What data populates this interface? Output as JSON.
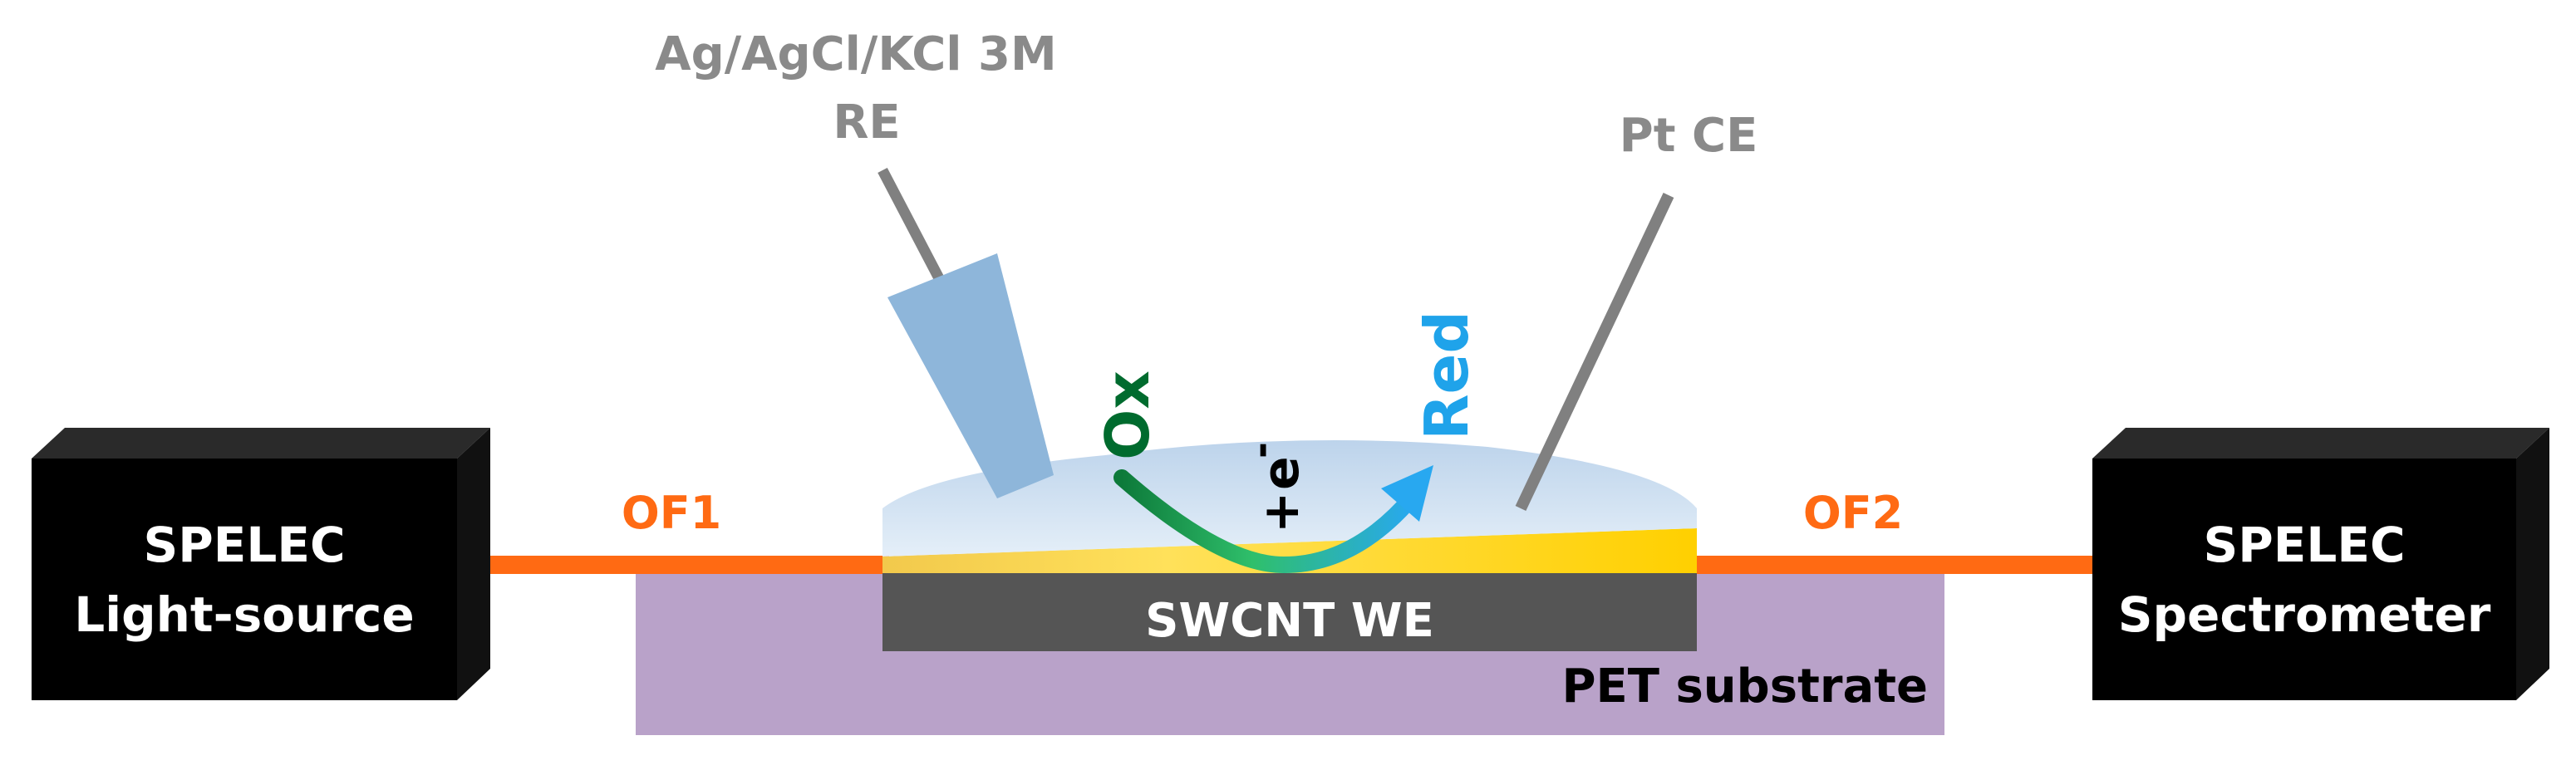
{
  "light_source": {
    "line1": "SPELEC",
    "line2": "Light-source"
  },
  "spectrometer": {
    "line1": "SPELEC",
    "line2": "Spectrometer"
  },
  "fibers": {
    "of1": "OF1",
    "of2": "OF2"
  },
  "reference_electrode": {
    "line1": "Ag/AgCl/KCl 3M",
    "line2": "RE"
  },
  "counter_electrode": {
    "label": "Pt CE"
  },
  "working_electrode": {
    "label": "SWCNT WE"
  },
  "substrate": {
    "label": "PET substrate"
  },
  "reaction": {
    "ox": "Ox",
    "red": "Red",
    "plus": "+",
    "electron": "e",
    "electron_charge": "-"
  },
  "colors": {
    "box": "#000000",
    "box_side": "#111111",
    "box_top": "#2a2a2a",
    "fiber": "#ff6a13",
    "fiber_label": "#ff6a13",
    "substrate": "#b9a2c9",
    "working_electrode": "#555555",
    "gold_layer": "#ffd400",
    "electrolyte": "#c9dcef",
    "re_body": "#8eb6da",
    "wire": "#808080",
    "electrode_label": "#8a8a8a",
    "ox": "#006b2e",
    "red": "#1fa3ea",
    "text_white": "#ffffff",
    "text_black": "#000000"
  }
}
